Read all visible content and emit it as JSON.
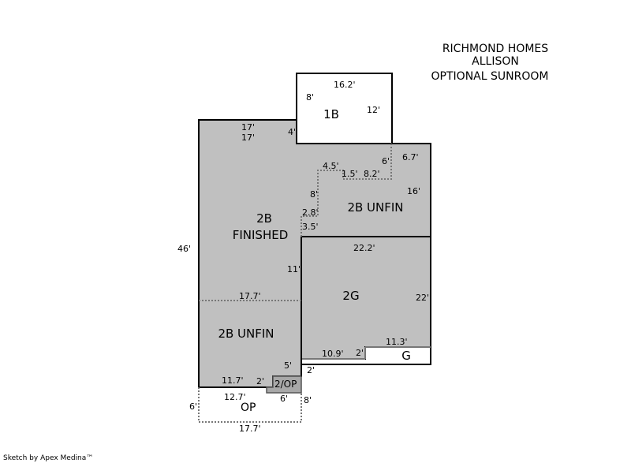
{
  "header": {
    "line1": "RICHMOND HOMES",
    "line2": "ALLISON",
    "line3": "OPTIONAL SUNROOM"
  },
  "areas": {
    "b1": "1B",
    "b2_finished_1": "2B",
    "b2_finished_2": "FINISHED",
    "b2_unfin_upper": "2B UNFIN",
    "b2_unfin_lower": "2B UNFIN",
    "g2": "2G",
    "g": "G",
    "op2": "2/OP",
    "op": "OP"
  },
  "dimensions": {
    "d_16_2": "16.2'",
    "d_8": "8'",
    "d_12": "12'",
    "d_17a": "17'",
    "d_17b": "17'",
    "d_4": "4'",
    "d_6a": "6'",
    "d_6_7": "6.7'",
    "d_4_5": "4.5'",
    "d_1_5": "1.5'",
    "d_8_2": "8.2'",
    "d_16": "16'",
    "d_8b": "8'",
    "d_2_8": "2.8'",
    "d_3_5": "3.5'",
    "d_46": "46'",
    "d_22_2": "22.2'",
    "d_11": "11'",
    "d_17_7a": "17.7'",
    "d_22": "22'",
    "d_11_3": "11.3'",
    "d_10_9": "10.9'",
    "d_2a": "2'",
    "d_5": "5'",
    "d_2b": "2'",
    "d_11_7": "11.7'",
    "d_2c": "2'",
    "d_12_7": "12.7'",
    "d_6b": "6'",
    "d_8c": "8'",
    "d_6c": "6'",
    "d_17_7b": "17.7'"
  },
  "footer": {
    "credit": "Sketch by Apex Medina™"
  },
  "colors": {
    "fill": "#c0c0c0",
    "op_fill": "#a8a8a8",
    "line": "#000000",
    "dotted": "#777777"
  }
}
